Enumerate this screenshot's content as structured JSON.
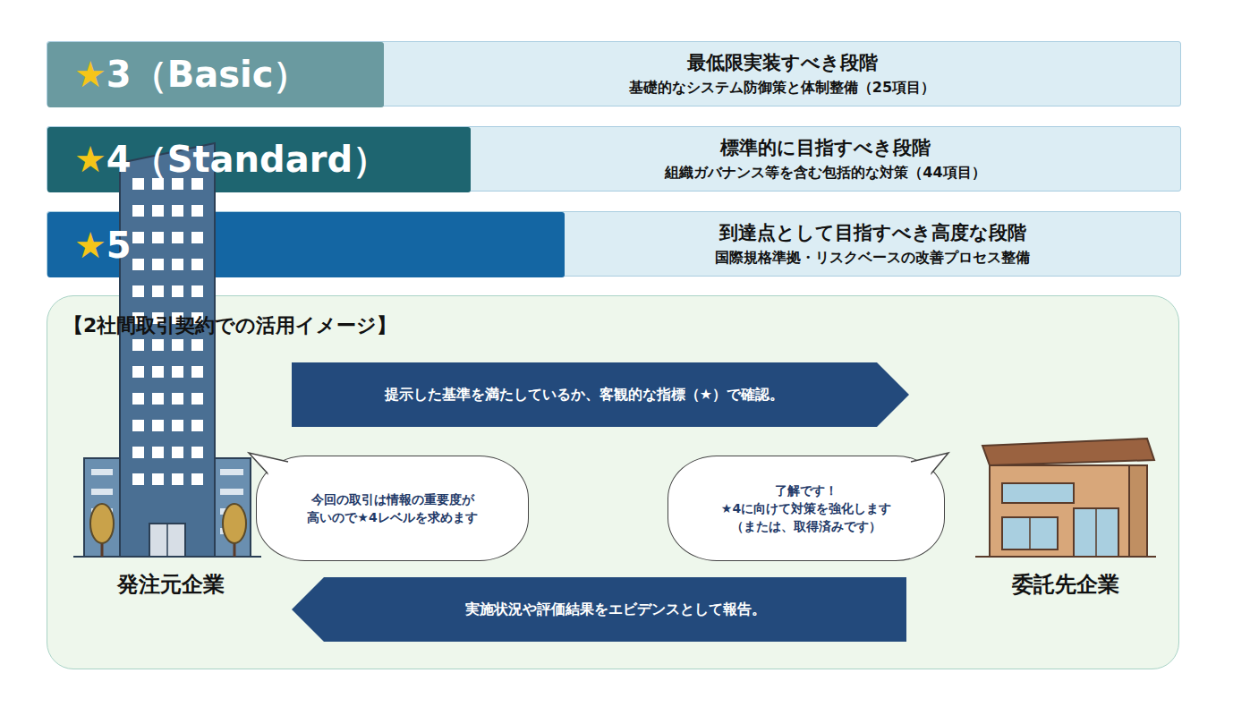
{
  "diagram": {
    "nodes": [
      {
        "text": [
          "最低限実装すべき段階",
          "基礎的なシステム防御策と体制整備（25項目）"
        ]
      },
      {
        "text": [
          "★3（Basic）"
        ],
        "in": 0
      },
      {
        "text": [
          "標準的に目指すべき段階",
          "組織ガバナンス等を含む包括的な対策（44項目）"
        ]
      },
      {
        "text": [
          "★4（Standard）"
        ],
        "in": 2
      },
      {
        "text": [
          "到達点として目指すべき高度な段階",
          "国際規格準拠・リスクベースの改善プロセス整備"
        ]
      },
      {
        "text": [
          "★5"
        ],
        "in": 4
      },
      {
        "text": [
          "【2社間取引契約での活用イメージ】"
        ]
      },
      {
        "text": [
          "発注元企業"
        ],
        "in": 6
      },
      {
        "text": [
          "委託先企業"
        ],
        "in": 6
      },
      {
        "text": [
          "今回の取引は情報の重要度が 高いので★4レベルを求めます"
        ],
        "in": 6
      },
      {
        "text": [
          "了解です！ ★4に向けて対策を強化します （または、取得済みです）"
        ],
        "in": 6
      }
    ],
    "edges": [
      {
        "from": 7,
        "to": 8,
        "arrow": "to",
        "label": "提示した基準を満たしているか、客観的な指標（★）で確認。"
      },
      {
        "from": 8,
        "to": 7,
        "arrow": "to",
        "label": "実施状況や評価結果をエビデンスとして報告。"
      }
    ]
  }
}
